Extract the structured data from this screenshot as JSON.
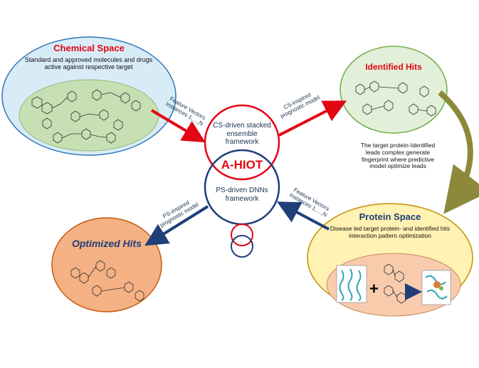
{
  "chemical_space": {
    "title": "Chemical Space",
    "description": "Standard and approved molecules and drugs active against respective target"
  },
  "identified_hits": {
    "title": "Identified Hits"
  },
  "protein_space": {
    "title": "Protein Space",
    "description": "Disease led target protein- and identified hits interaction pattern optimization"
  },
  "optimized_hits": {
    "title": "Optimized Hits"
  },
  "center": {
    "title": "A-HIOT",
    "cs_framework": "CS-driven stacked ensemble framework",
    "ps_framework": "PS-driven DNNs framework"
  },
  "arrows": {
    "feature_vectors_top": "Feature Vectors Instances 1,…,N",
    "cs_prognostic": "CS-inspired prognostic model",
    "feature_vectors_bottom": "Feature Vectors Instances 1,…,N",
    "ps_prognostic": "PS-inspired prognostic model"
  },
  "side_note": "The target protein-Identified leads complex generate fingerprint where predictive model optimize leads",
  "colors": {
    "red": "#e30613",
    "navy": "#1f3e7a",
    "chemical_fill": "#d8ecf7",
    "molecule_panel": "#c6e0b4",
    "hits_fill": "#e2efd9",
    "protein_fill": "#fff2b3",
    "protein_panel": "#f8cbad",
    "optimized_fill": "#f4b183",
    "olive_arrow": "#8c8a3a"
  }
}
